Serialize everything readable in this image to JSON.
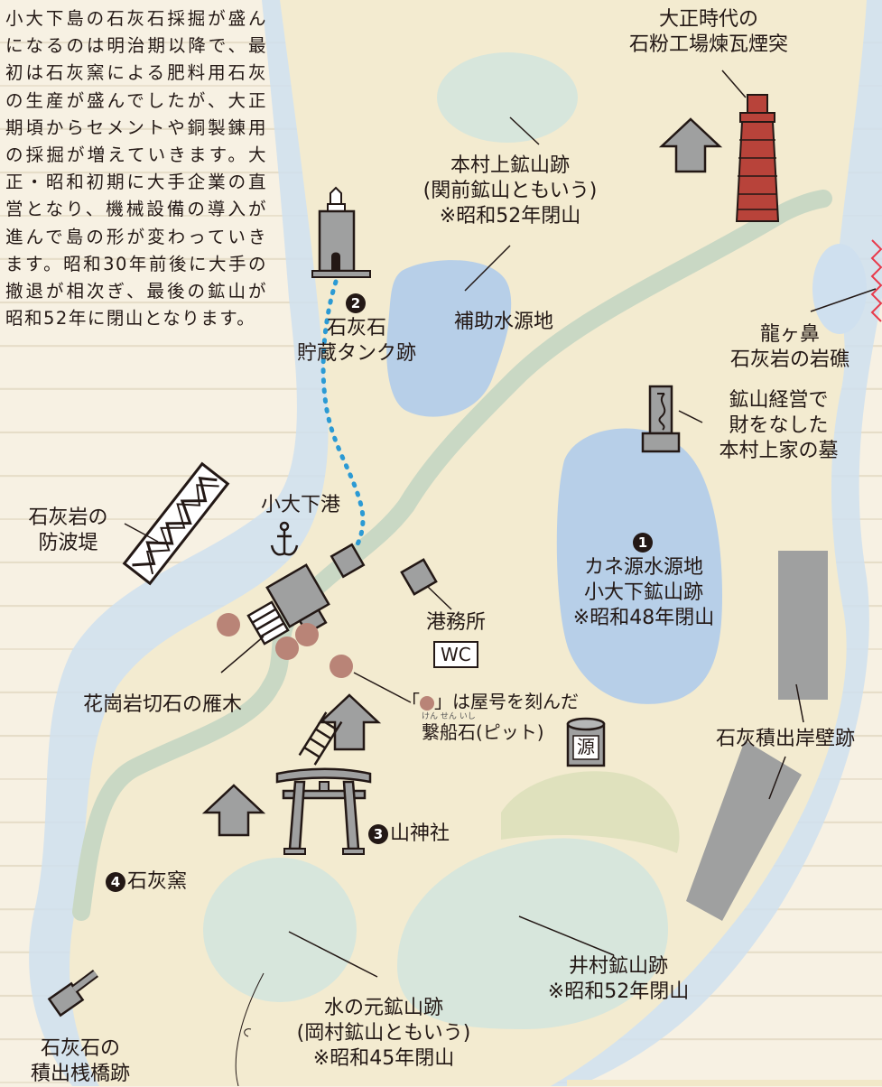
{
  "intro_text": "小大下島の石灰石採掘が盛んになるのは明治期以降で、最初は石灰窯による肥料用石灰の生産が盛んでしたが、大正期頃からセメントや銅製錬用の採掘が増えていきます。大正・昭和初期に大手企業の直営となり、機械設備の導入が進んで島の形が変わっていきます。昭和30年前後に大手の撤退が相次ぎ、最後の鉱山が昭和52年に閉山となります。",
  "labels": {
    "chimney": {
      "line1": "大正時代の",
      "line2": "石粉工場煉瓦煙突"
    },
    "honmura_mine": {
      "line1": "本村上鉱山跡",
      "line2": "(関前鉱山ともいう)",
      "line3": "※昭和52年閉山"
    },
    "aux_water": "補助水源地",
    "tank": {
      "number": "2",
      "line1": "石灰石",
      "line2": "貯蔵タンク跡"
    },
    "ryugahana": {
      "line1": "龍ヶ鼻",
      "line2": "石灰岩の岩礁"
    },
    "grave": {
      "line1": "鉱山経営で",
      "line2": "財をなした",
      "line3": "本村上家の墓"
    },
    "breakwater": {
      "line1": "石灰岩の",
      "line2": "防波堤"
    },
    "port": "小大下港",
    "kanegen": {
      "number": "1",
      "line1": "カネ源水源地",
      "line2": "小大下鉱山跡",
      "line3": "※昭和48年閉山"
    },
    "port_office": "港務所",
    "wc": "WC",
    "granite": "花崗岩切石の雁木",
    "mooring": {
      "prefix": "「",
      "suffix": "」は屋号を刻んだ",
      "line2": "繋船石(ピット)",
      "furigana_1": "けん  せん  いし"
    },
    "gen_mark": "源",
    "quay": "石灰積出岸壁跡",
    "shrine": {
      "number": "3",
      "name": "山神社"
    },
    "kiln": {
      "number": "4",
      "name": "石灰窯"
    },
    "imura_mine": {
      "line1": "井村鉱山跡",
      "line2": "※昭和52年閉山"
    },
    "mizunomoto_mine": {
      "line1": "水の元鉱山跡",
      "line2": "(岡村鉱山ともいう)",
      "line3": "※昭和45年閉山"
    },
    "pier": {
      "line1": "石灰石の",
      "line2": "積出桟橋跡"
    }
  },
  "colors": {
    "land": "#f3ebd0",
    "sea_shallow": "#cfe0ef",
    "water_body": "#b7cfe8",
    "mine_area": "#d7e6dc",
    "road": "#c9d8c4",
    "brick": "#b8433a",
    "building": "#9fa0a0",
    "mooring_stone": "#b98477",
    "path_dots": "#2b9ad4"
  },
  "icons": [
    "chimney-icon",
    "lighthouse-icon",
    "anchor-icon",
    "torii-icon",
    "grave-icon",
    "ladder-icon",
    "arrow-up-icon",
    "tank-icon"
  ]
}
